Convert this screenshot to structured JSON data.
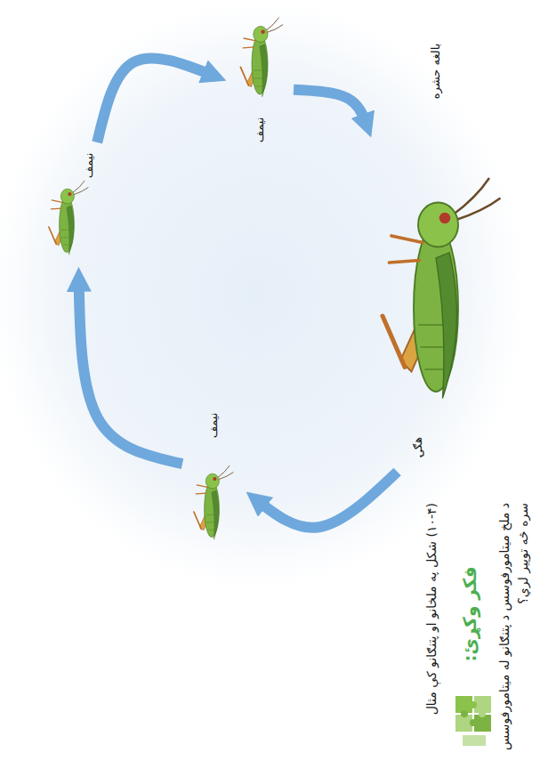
{
  "diagram": {
    "caption": "(۱۰-۴) شکل په ملخانو او پتنګانو کې مثال",
    "nodes": [
      {
        "text": [
          "بالغه حشره"
        ]
      },
      {
        "text": [
          "هګۍ"
        ]
      },
      {
        "text": [
          "نیمف"
        ]
      },
      {
        "text": [
          "نیمف"
        ]
      },
      {
        "text": [
          "نیمف"
        ]
      }
    ],
    "edges": [
      {
        "from": 1,
        "to": 2,
        "arrow": "to"
      },
      {
        "from": 2,
        "to": 3,
        "arrow": "to"
      },
      {
        "from": 3,
        "to": 4,
        "arrow": "to"
      },
      {
        "from": 4,
        "to": 0,
        "arrow": "to"
      }
    ],
    "labels": [
      "فکر وکړئ:",
      "د ملخ میتامورفوسس د پتنګانو له میتامورفوسس سره څه توپیر لري؟"
    ]
  }
}
